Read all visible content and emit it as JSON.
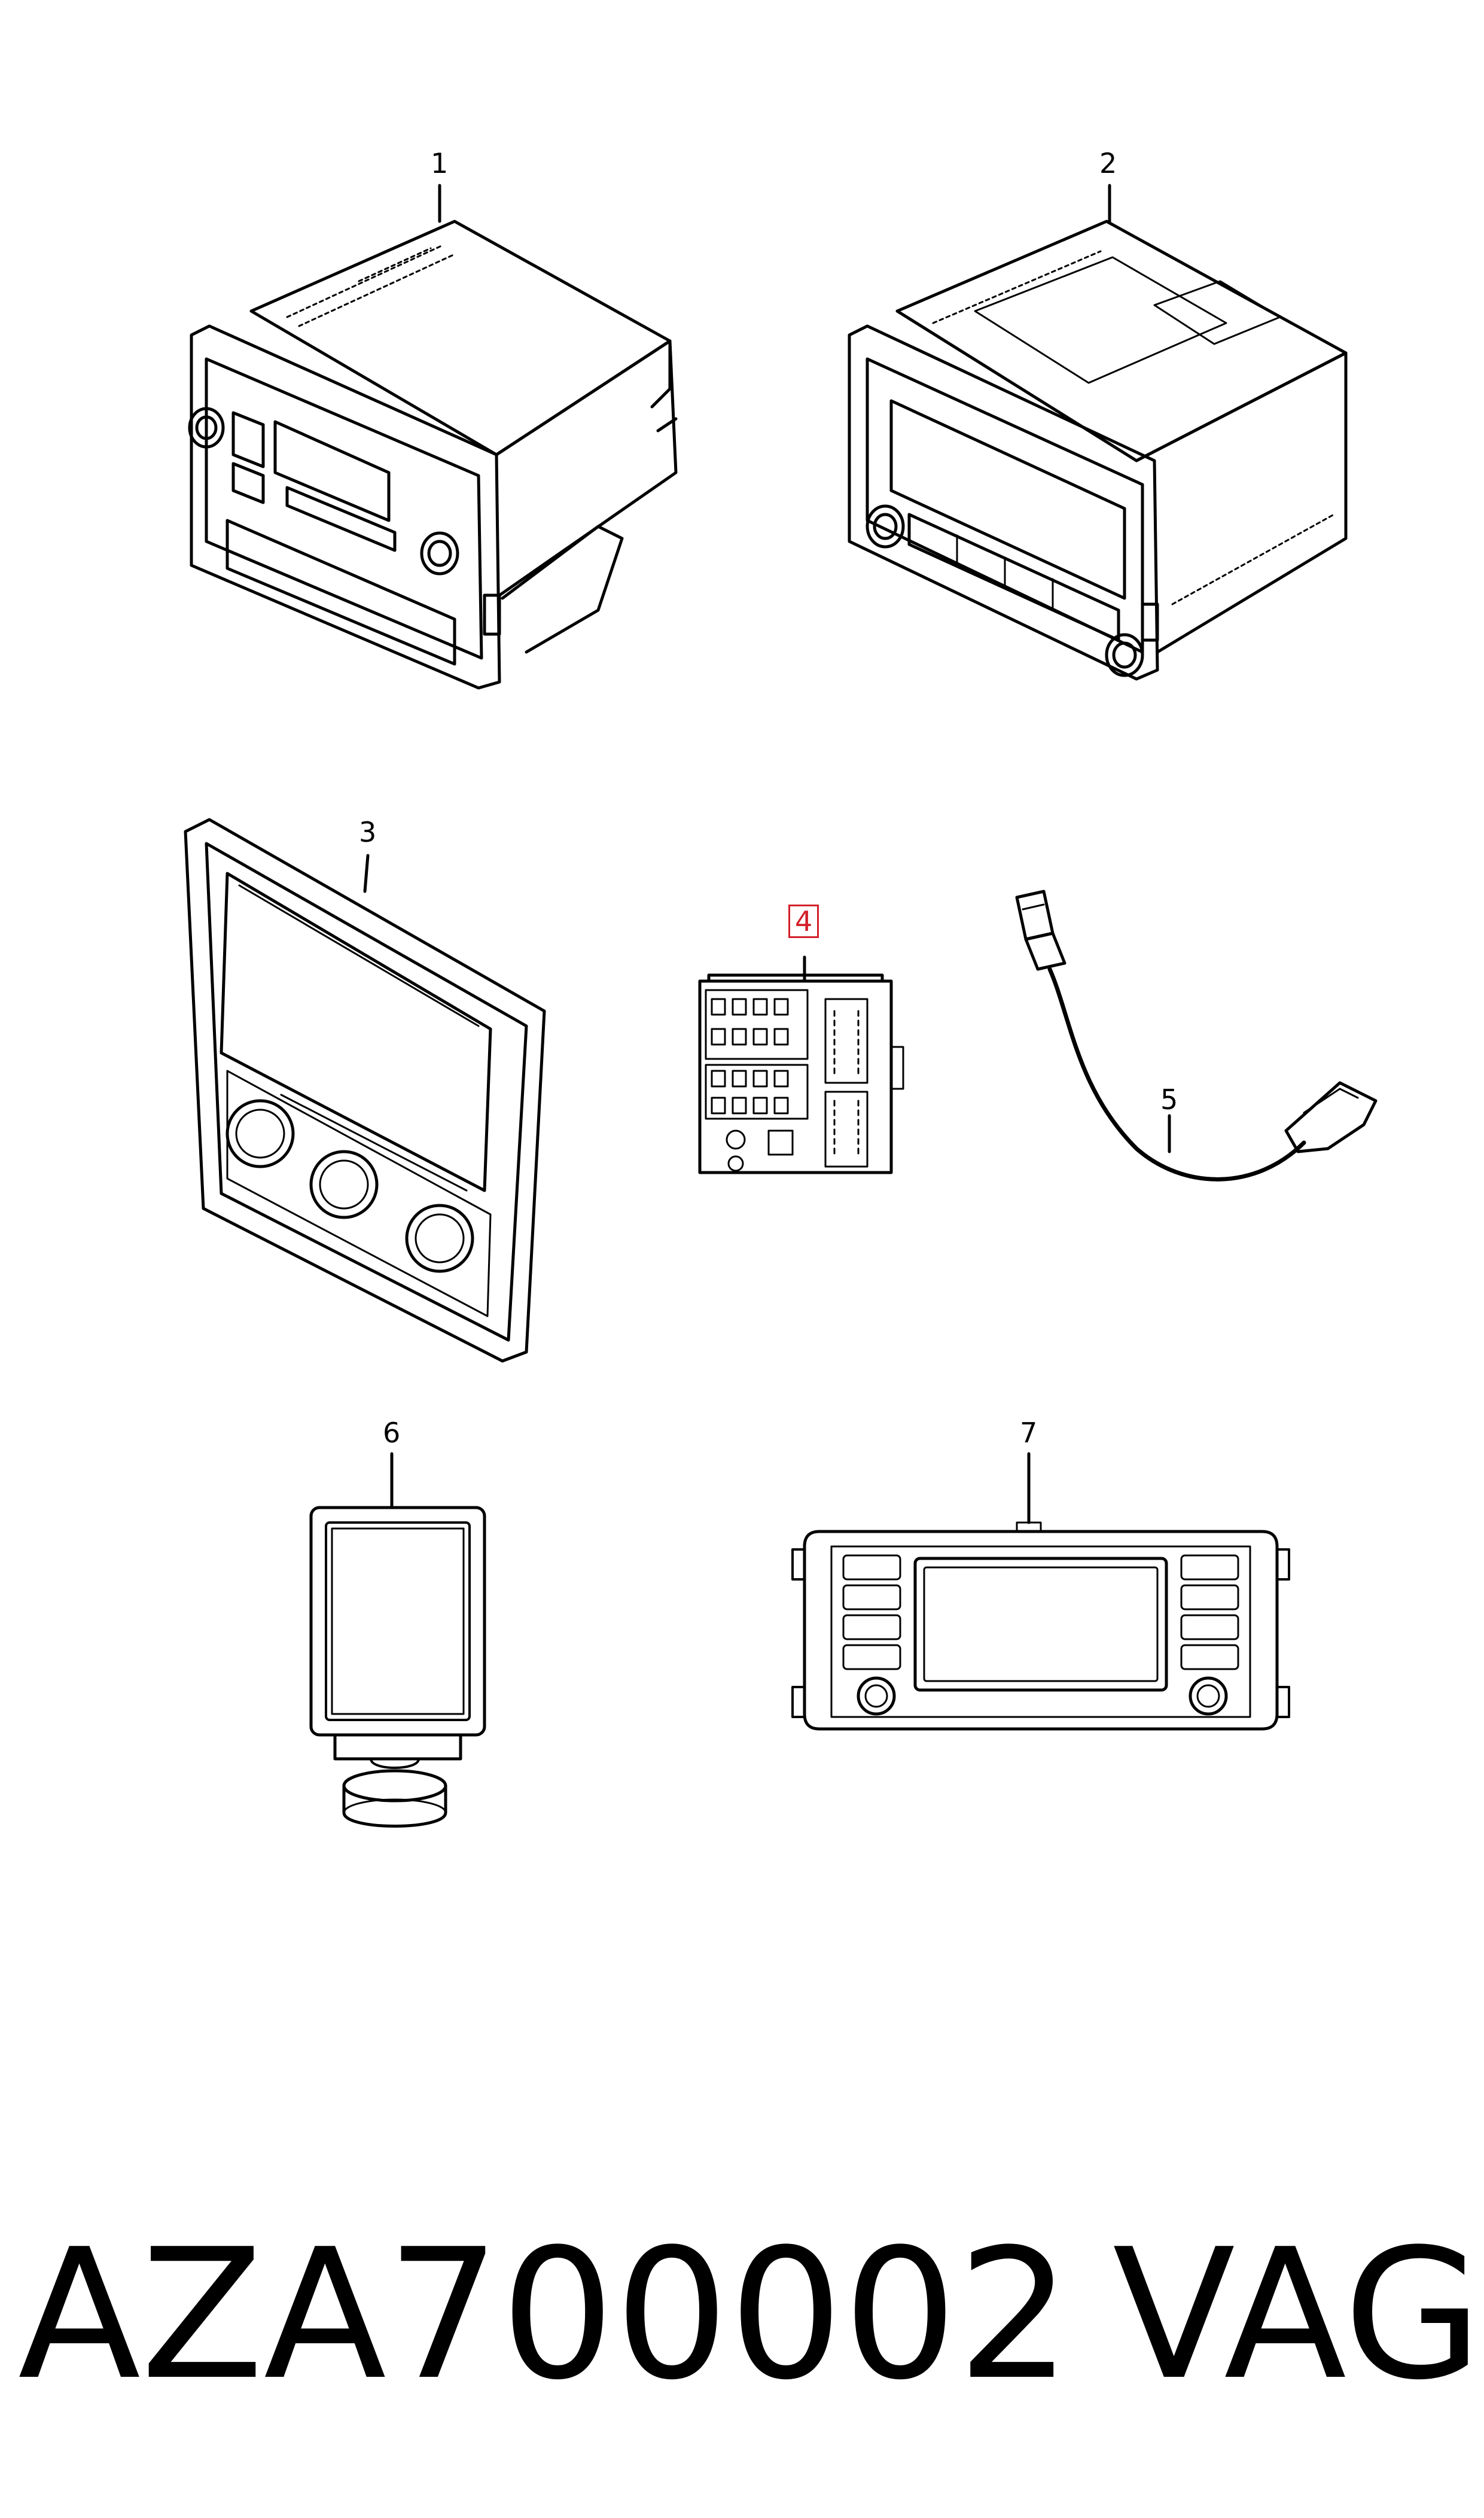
{
  "callouts": [
    "1",
    "2",
    "3",
    "4",
    "5",
    "6",
    "7"
  ],
  "highlighted_callout": "4",
  "highlight_color": "#d2202a",
  "footer": {
    "part_number": "AZA700002",
    "brand": "VAG"
  }
}
